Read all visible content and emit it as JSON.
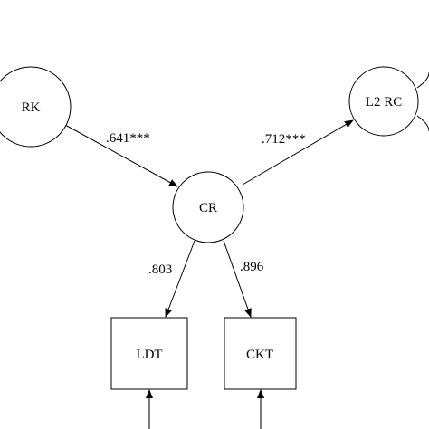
{
  "diagram": {
    "nodes": {
      "rk": {
        "label": "RK",
        "shape": "circle"
      },
      "cr": {
        "label": "CR",
        "shape": "circle"
      },
      "l2rc": {
        "label": "L2 RC",
        "shape": "circle"
      },
      "ldt": {
        "label": "LDT",
        "shape": "rectangle"
      },
      "ckt": {
        "label": "CKT",
        "shape": "rectangle"
      }
    },
    "edges": {
      "rk_cr": {
        "from": "RK",
        "to": "CR",
        "label": ".641***"
      },
      "cr_l2rc": {
        "from": "CR",
        "to": "L2 RC",
        "label": ".712***"
      },
      "cr_ldt": {
        "from": "CR",
        "to": "LDT",
        "label": ".803"
      },
      "cr_ckt": {
        "from": "CR",
        "to": "CKT",
        "label": ".896"
      }
    }
  }
}
